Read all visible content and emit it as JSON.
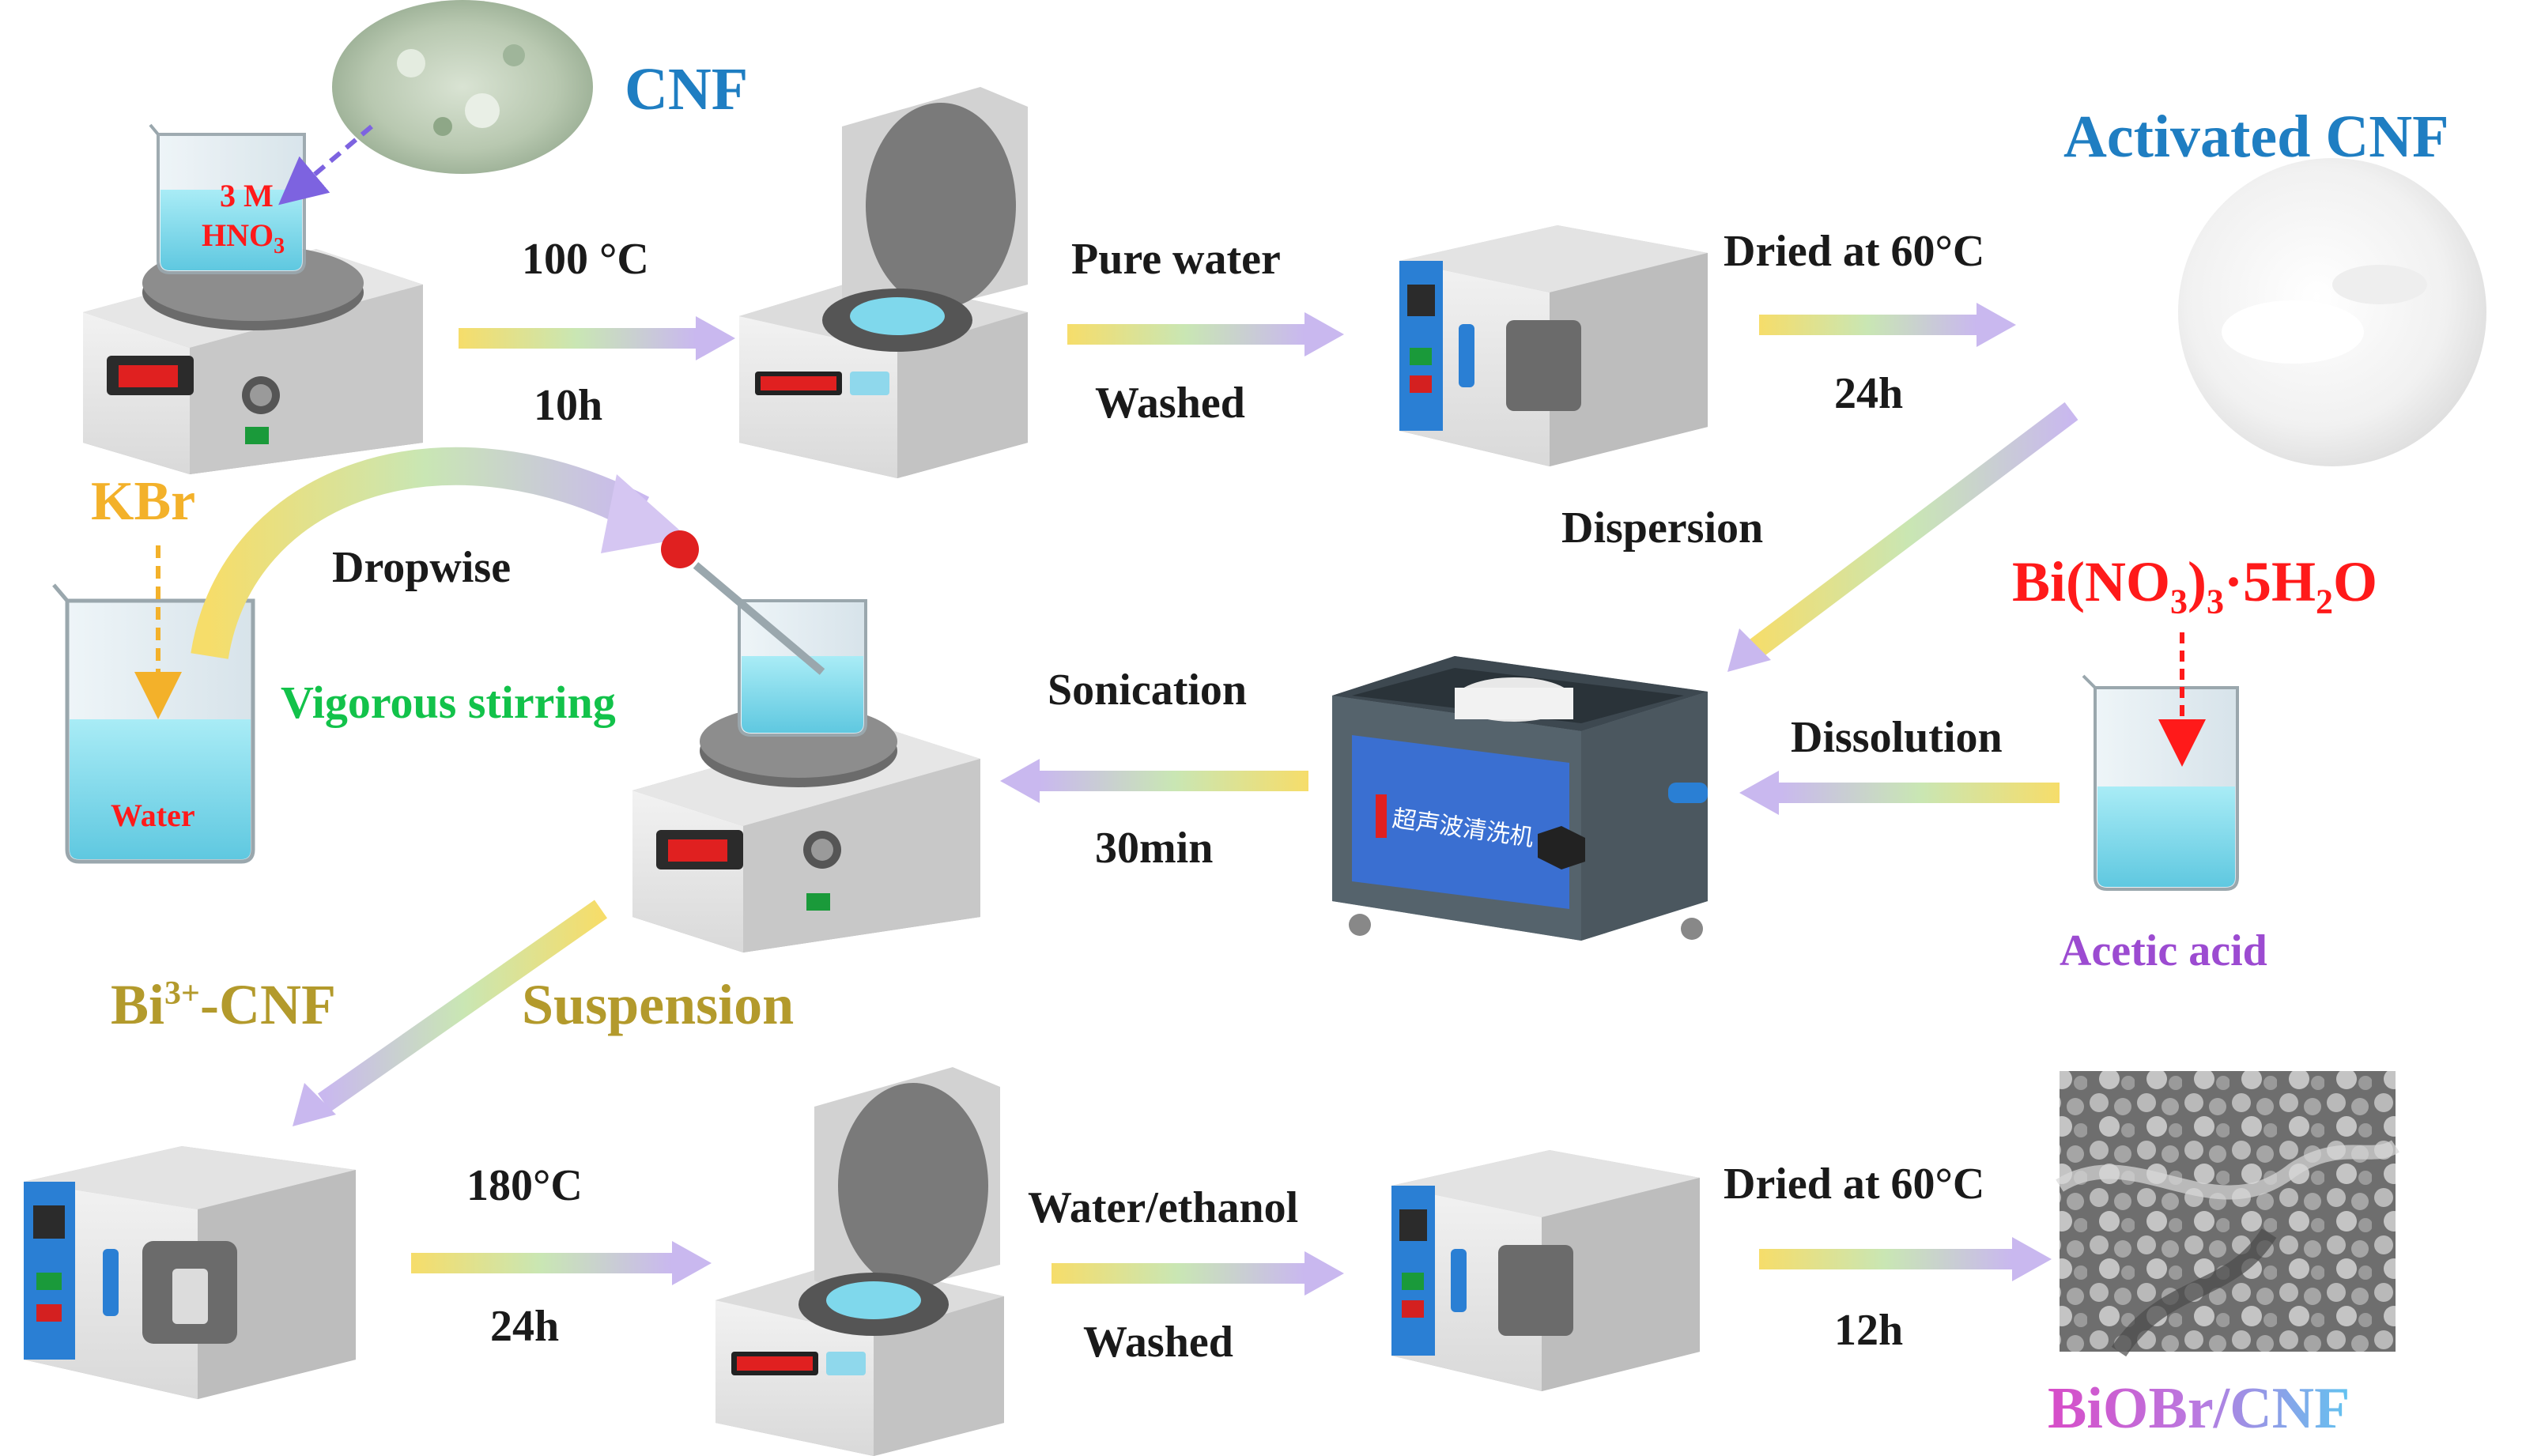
{
  "materials": {
    "cnf": "CNF",
    "activated_cnf": "Activated CNF",
    "hno3_conc": "3 M",
    "hno3": "HNO",
    "hno3_sub": "3",
    "kbr": "KBr",
    "water": "Water",
    "bi_nitrate": {
      "a": "Bi(NO",
      "s1": "3",
      "b": ")",
      "s2": "3",
      "c": "·5H",
      "s3": "2",
      "d": "O"
    },
    "acetic_acid": "Acetic acid",
    "bi_cnf": {
      "a": "Bi",
      "sup": "3+",
      "b": "-CNF"
    },
    "suspension": "Suspension",
    "product": "BiOBr/CNF"
  },
  "steps": {
    "acid_temp": "100 °C",
    "acid_time": "10h",
    "wash1_top": "Pure water",
    "wash1_bottom": "Washed",
    "dry1_top": "Dried at 60°C",
    "dry1_bottom": "24h",
    "dispersion": "Dispersion",
    "dissolution": "Dissolution",
    "sonication_top": "Sonication",
    "sonication_bottom": "30min",
    "dropwise": "Dropwise",
    "stirring": "Vigorous stirring",
    "hydro_temp": "180°C",
    "hydro_time": "24h",
    "wash2_top": "Water/ethanol",
    "wash2_bottom": "Washed",
    "dry2_top": "Dried at 60°C",
    "dry2_bottom": "12h"
  },
  "cleaner_label": "超声波清洗机",
  "colors": {
    "cnf_blue": "#1f7ec2",
    "reagent_red": "#ff1a1a",
    "kbr_orange": "#f3b12a",
    "suspension_olive": "#b39a2c",
    "stirring_green": "#12c24a",
    "acetic_purple": "#9c4bd1",
    "liquid_cyan": "#7fd8ec",
    "oven_blue": "#2a7fd4"
  }
}
